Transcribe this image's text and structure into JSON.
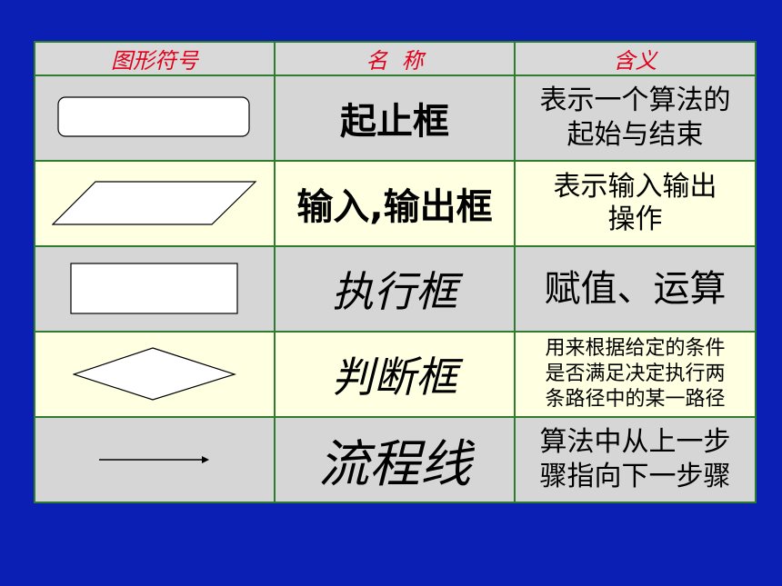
{
  "header": {
    "symbol": "图形符号",
    "name": "名  称",
    "meaning": "含义"
  },
  "rows": [
    {
      "symbol": "terminator-shape",
      "name": "起止框",
      "meaning": [
        "表示一个算法的",
        "起始与结束"
      ]
    },
    {
      "symbol": "parallelogram-shape",
      "name": "输入,输出框",
      "meaning": [
        "表示输入输出",
        "操作"
      ]
    },
    {
      "symbol": "rectangle-shape",
      "name": "执行框",
      "meaning": [
        "赋值、运算"
      ]
    },
    {
      "symbol": "diamond-shape",
      "name": "判断框",
      "meaning": [
        "用来根据给定的条件",
        "是否满足决定执行两",
        "条路径中的某一路径"
      ]
    },
    {
      "symbol": "arrow-line-shape",
      "name": "流程线",
      "meaning": [
        "算法中从上一步",
        "骤指向下一步骤"
      ]
    }
  ]
}
